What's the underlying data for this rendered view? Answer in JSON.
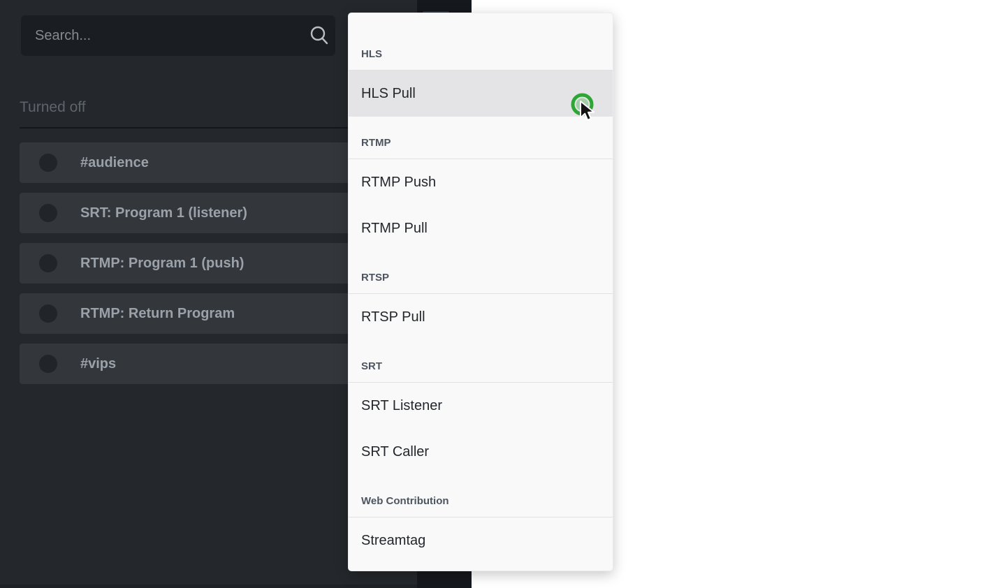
{
  "colors": {
    "sidebar_bg": "#24272b",
    "search_bg": "#1a1d21",
    "source_item_bg": "#33373c",
    "panel_bg": "#f9f9fa",
    "highlight_bg": "#e4e4e6",
    "click_indicator_green": "#2fa437"
  },
  "sidebar": {
    "search": {
      "placeholder": "Search...",
      "value": ""
    },
    "section_label": "Turned off",
    "sources": [
      {
        "label": "#audience"
      },
      {
        "label": "SRT: Program 1 (listener)"
      },
      {
        "label": "RTMP: Program 1 (push)"
      },
      {
        "label": "RTMP: Return Program"
      },
      {
        "label": "#vips"
      }
    ]
  },
  "menu": {
    "sections": [
      {
        "label": "HLS",
        "items": [
          {
            "label": "HLS Pull",
            "highlighted": true
          }
        ]
      },
      {
        "label": "RTMP",
        "items": [
          {
            "label": "RTMP Push"
          },
          {
            "label": "RTMP Pull"
          }
        ]
      },
      {
        "label": "RTSP",
        "items": [
          {
            "label": "RTSP Pull"
          }
        ]
      },
      {
        "label": "SRT",
        "items": [
          {
            "label": "SRT Listener"
          },
          {
            "label": "SRT Caller"
          }
        ]
      },
      {
        "label": "Web Contribution",
        "items": [
          {
            "label": "Streamtag"
          }
        ]
      }
    ]
  }
}
